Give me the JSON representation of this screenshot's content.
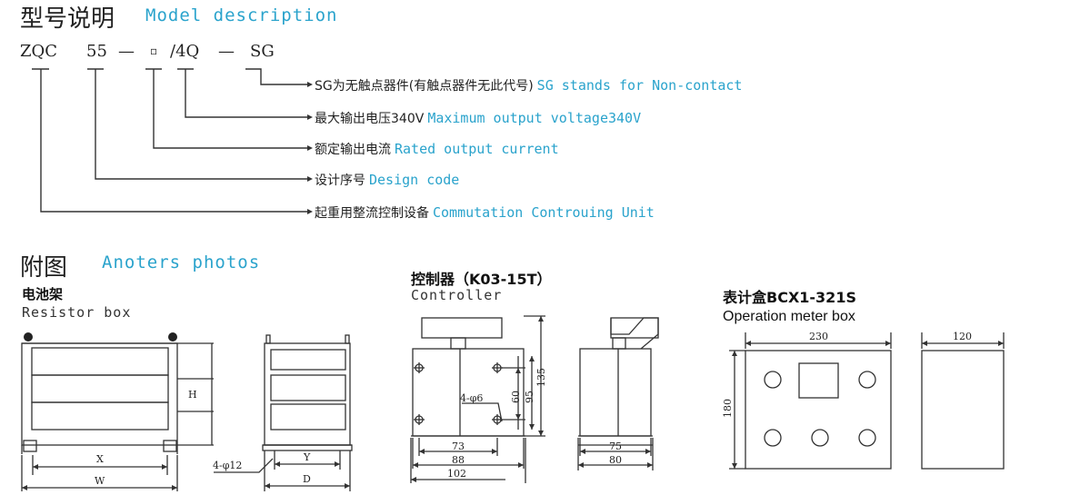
{
  "model": {
    "title_cn": "型号说明",
    "title_en": "Model description",
    "code": [
      "ZQC",
      "55",
      "—",
      "▫",
      "/4Q",
      "—",
      "SG"
    ],
    "items": [
      {
        "cn": "SG为无触点器件(有触点器件无此代号)",
        "en": "SG stands for Non-contact"
      },
      {
        "cn": "最大输出电压340V",
        "en": "Maximum output voltage340V"
      },
      {
        "cn": "额定输出电流",
        "en": "Rated output current"
      },
      {
        "cn": "设计序号",
        "en": "Design code"
      },
      {
        "cn": "起重用整流控制设备",
        "en": "Commutation Controuing Unit"
      }
    ]
  },
  "photos": {
    "title_cn": "附图",
    "title_en": "Anoters photos",
    "resistor": {
      "name_cn": "电池架",
      "name_en": "Resistor box",
      "dims": {
        "H": "H",
        "X": "X",
        "W": "W",
        "hole": "4-φ12",
        "Y": "Y",
        "D": "D"
      }
    },
    "controller": {
      "name_cn": "控制器（K03-15T）",
      "name_en": "Controller",
      "dims": {
        "hole": "4-φ6",
        "d60": "60",
        "d95": "95",
        "d135": "135",
        "d73": "73",
        "d88": "88",
        "d102": "102",
        "d75": "75",
        "d80": "80"
      }
    },
    "meter": {
      "name_cn": "表计盒BCX1-321S",
      "name_en": "Operation meter box",
      "dims": {
        "d230": "230",
        "d180": "180",
        "d120": "120"
      }
    }
  }
}
